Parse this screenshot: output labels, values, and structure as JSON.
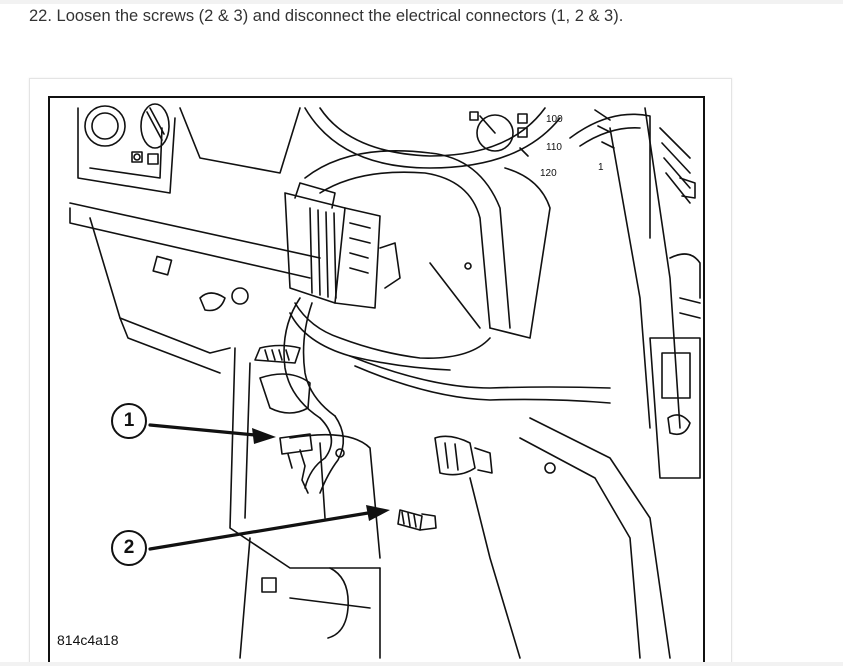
{
  "step": {
    "text": "22. Loosen the screws (2 & 3) and disconnect the electrical connectors (1, 2 & 3)."
  },
  "figure": {
    "code": "814c4a18",
    "callouts": [
      "1",
      "2"
    ],
    "gauge_labels": [
      "100",
      "110",
      "120",
      "1"
    ]
  },
  "colors": {
    "text": "#333333",
    "line_art": "#111111",
    "card_border": "#e4e4e4"
  }
}
